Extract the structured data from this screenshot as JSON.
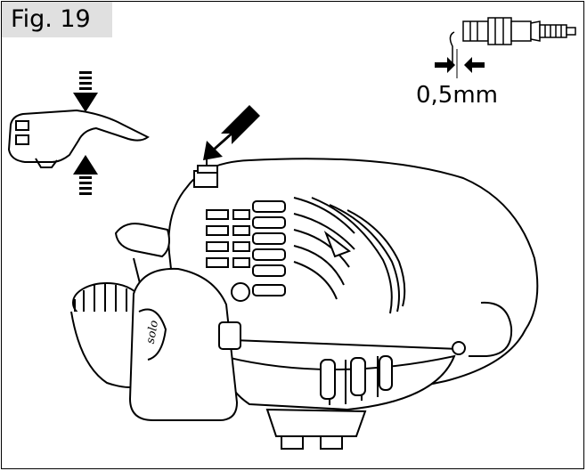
{
  "figure": {
    "label": "Fig. 19",
    "gap_measurement": "0,5mm",
    "brand_mark": "solo"
  },
  "icons": [
    "spark-plug-icon",
    "gap-arrows-icon",
    "press-arrows-icon",
    "pointer-arrow-icon"
  ],
  "colors": {
    "label_bg": "#e0e0e0",
    "line": "#000000"
  }
}
